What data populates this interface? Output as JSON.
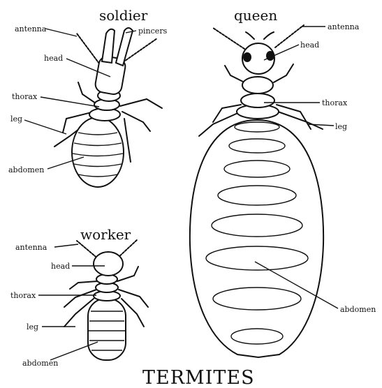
{
  "title": "TERMITES",
  "castes": {
    "soldier": {
      "name": "soldier",
      "labels": {
        "antenna": "antenna",
        "pincers": "pincers",
        "head": "head",
        "thorax": "thorax",
        "leg": "leg",
        "abdomen": "abdomen"
      }
    },
    "queen": {
      "name": "queen",
      "labels": {
        "antenna": "antenna",
        "head": "head",
        "thorax": "thorax",
        "leg": "leg",
        "abdomen": "abdomen"
      }
    },
    "worker": {
      "name": "worker",
      "labels": {
        "antenna": "antenna",
        "head": "head",
        "thorax": "thorax",
        "leg": "leg",
        "abdomen": "abdomen"
      }
    }
  },
  "colors": {
    "ink": "#111111",
    "background": "#ffffff"
  }
}
